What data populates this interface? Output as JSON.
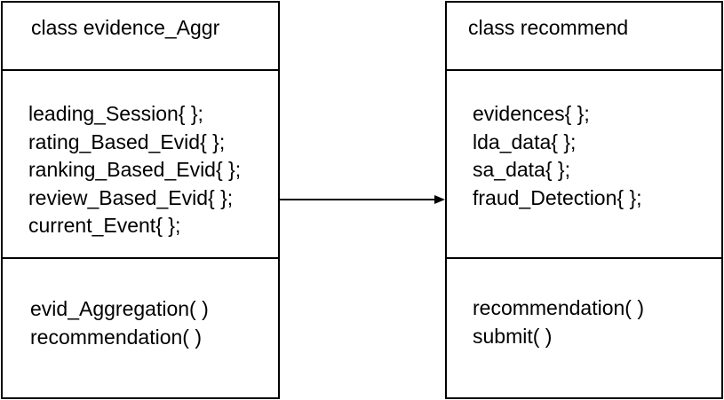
{
  "diagram": {
    "classes": [
      {
        "name": "class evidence_Aggr",
        "attributes": [
          "leading_Session{ };",
          "rating_Based_Evid{ };",
          "ranking_Based_Evid{ };",
          "review_Based_Evid{ };",
          "current_Event{ };"
        ],
        "operations": [
          "evid_Aggregation( )",
          "recommendation( )"
        ]
      },
      {
        "name": "class recommend",
        "attributes": [
          "evidences{ };",
          "lda_data{ };",
          "sa_data{ };",
          "fraud_Detection{ };"
        ],
        "operations": [
          "recommendation( )",
          "submit( )"
        ]
      }
    ],
    "connectors": [
      {
        "from": "class evidence_Aggr",
        "to": "class recommend",
        "type": "directed-association",
        "stroke": "#000000"
      }
    ]
  }
}
